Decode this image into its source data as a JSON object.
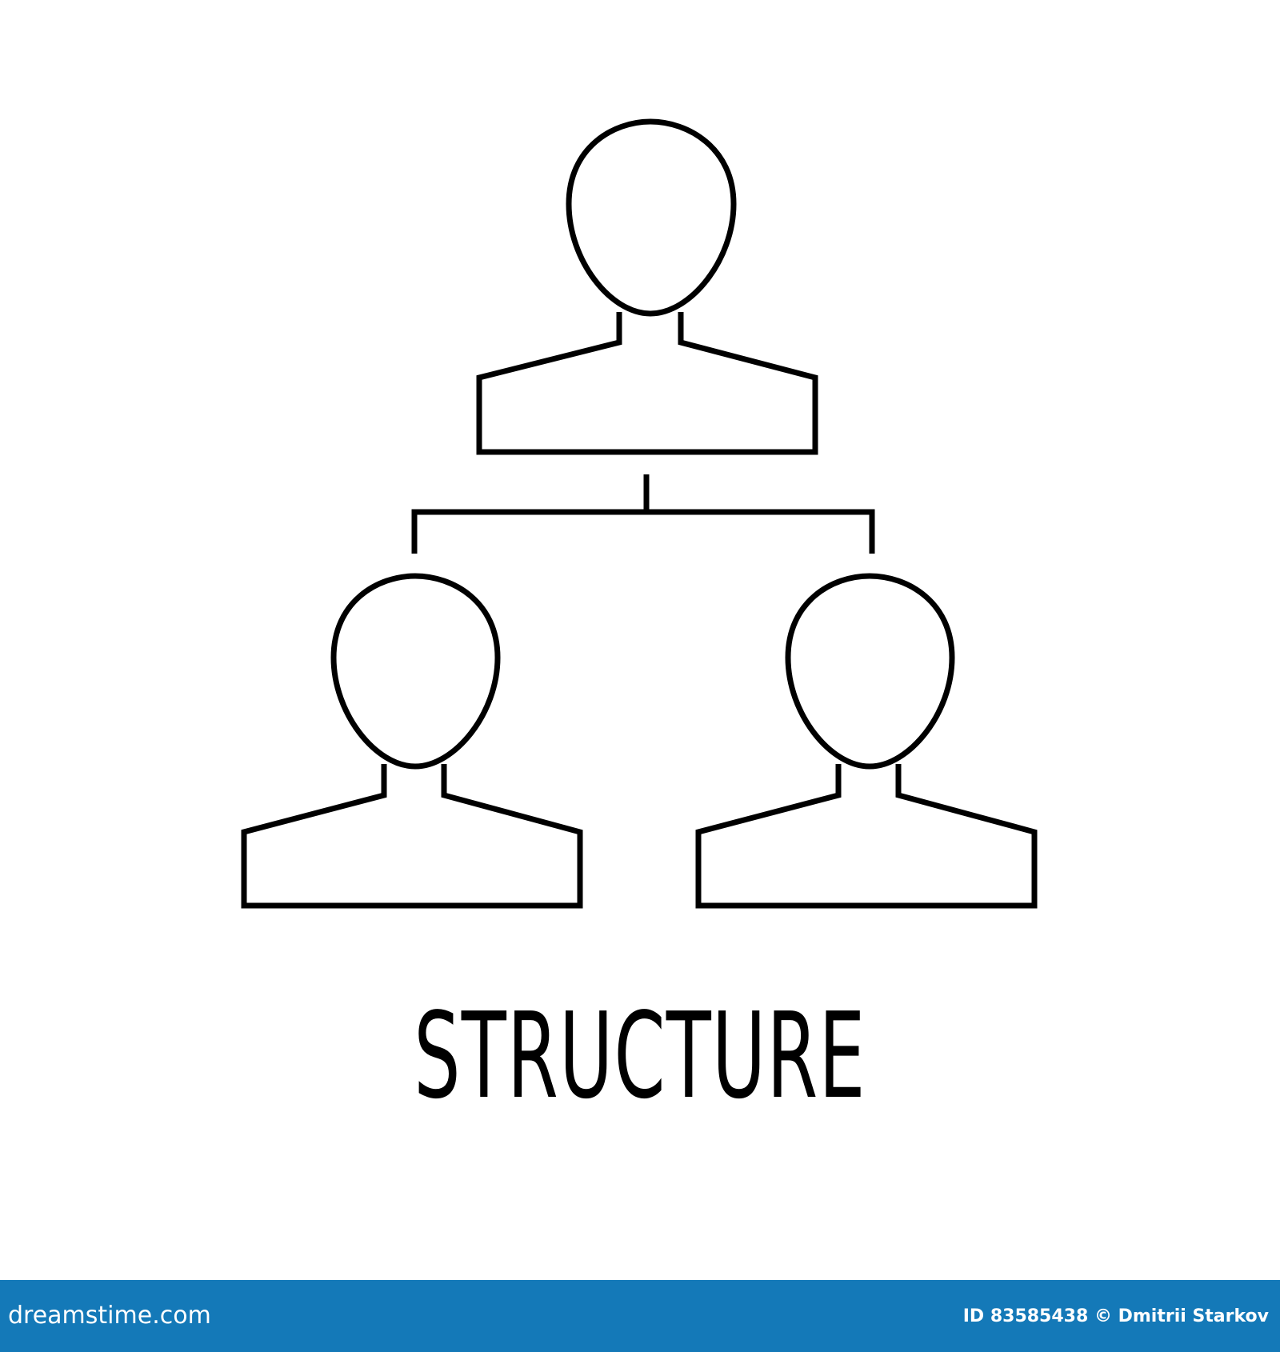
{
  "title": "STRUCTURE",
  "footer": {
    "brand": "dreamstime.com",
    "credit": "ID 83585438 © Dmitrii Starkov",
    "background_color": "#1479b8",
    "text_color": "#ffffff"
  },
  "icon": {
    "name": "org-chart-icon",
    "stroke_color": "#000000",
    "background_color": "#ffffff"
  }
}
